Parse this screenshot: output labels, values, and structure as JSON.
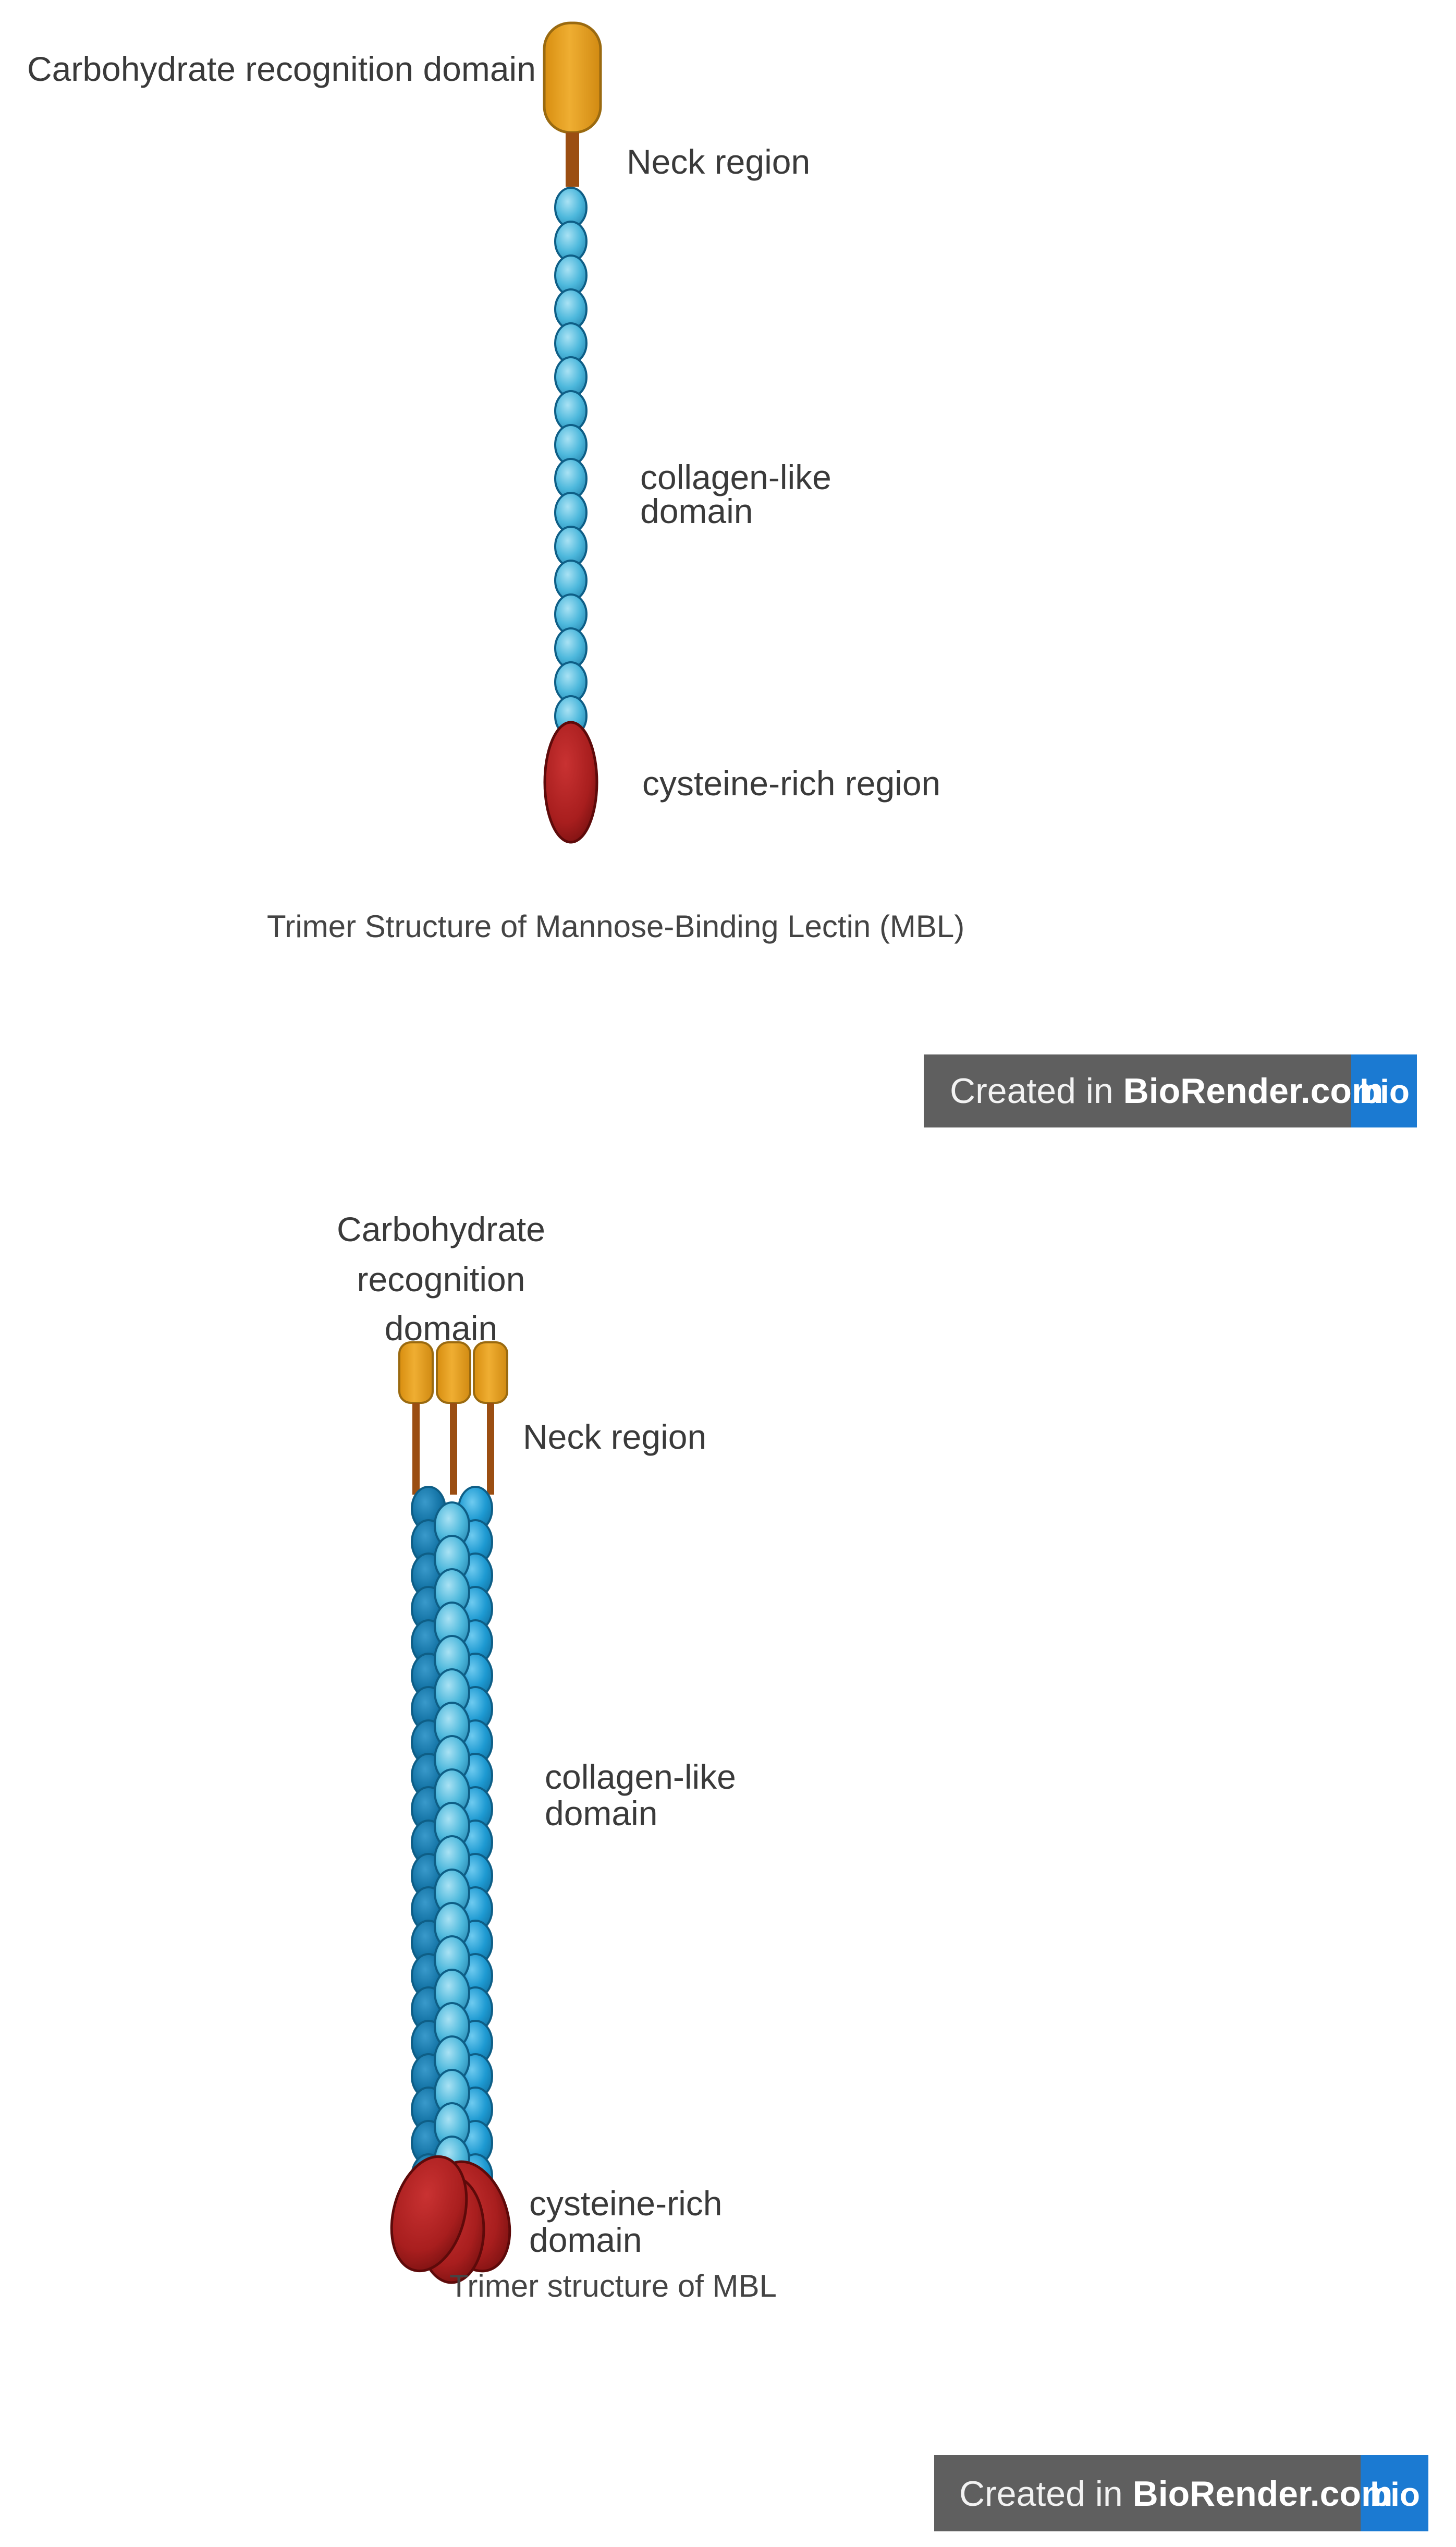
{
  "monomer": {
    "label_crd": "Carbohydrate recognition domain",
    "label_neck": "Neck region",
    "label_collagen_line1": "collagen-like",
    "label_collagen_line2": "domain",
    "label_cys": "cysteine-rich region",
    "caption": "Trimer Structure of Mannose-Binding Lectin (MBL)"
  },
  "trimer": {
    "label_crd_line1": "Carbohydrate",
    "label_crd_line2": "recognition",
    "label_crd_line3": "domain",
    "label_neck": "Neck region",
    "label_collagen_line1": "collagen-like",
    "label_collagen_line2": "domain",
    "label_cys_line1": "cysteine-rich",
    "label_cys_line2": "domain",
    "caption": "Trimer structure of MBL"
  },
  "badge": {
    "prefix": "Created in ",
    "brand": "BioRender.com",
    "logo": "bio"
  },
  "colors": {
    "crd_fill": "#E6A01E",
    "crd_stroke": "#9A6A10",
    "neck": "#9B4E12",
    "collagen_light": "#4DB8DC",
    "collagen_mid": "#1E9AD2",
    "collagen_dark": "#1676A8",
    "collagen_stroke": "#0E5E86",
    "cys_fill": "#A81E1E",
    "cys_stroke": "#5E0A0A",
    "badge_bg": "#5F5F5F",
    "badge_logo_bg": "#1B7AD2"
  }
}
